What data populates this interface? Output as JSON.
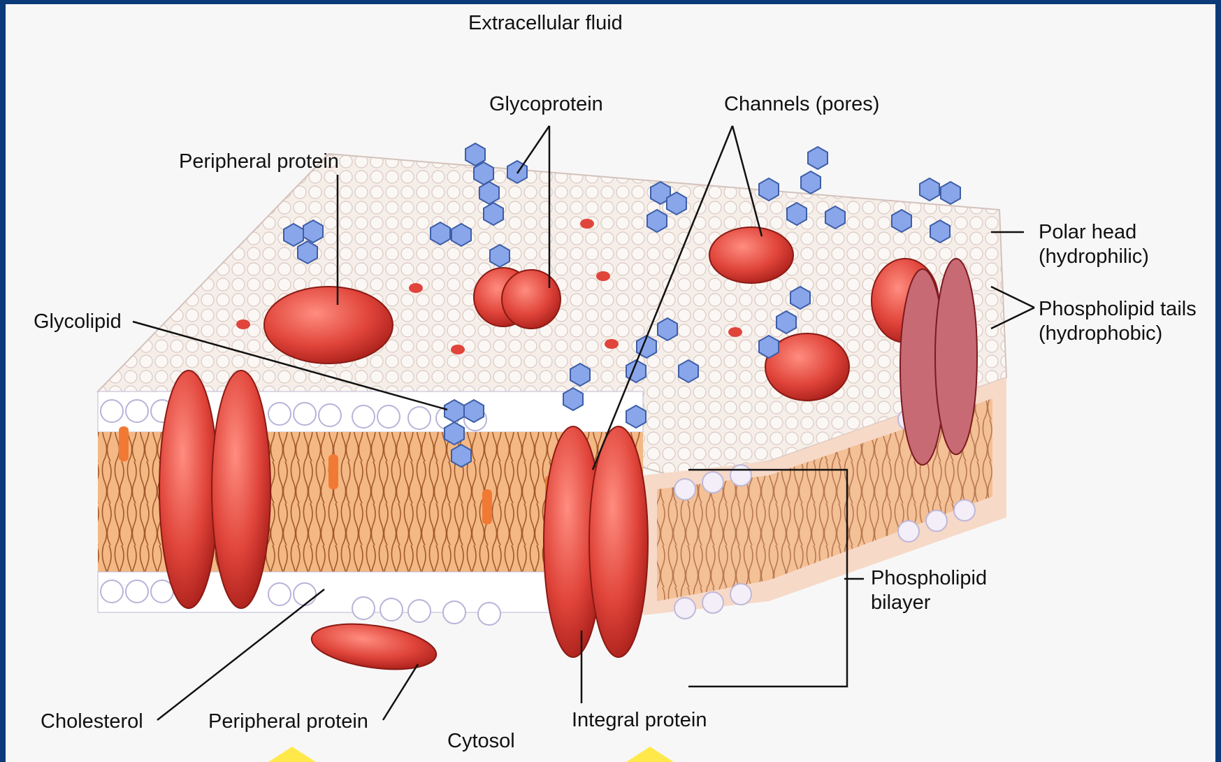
{
  "labels": {
    "extracellular": "Extracellular fluid",
    "glycoprotein": "Glycoprotein",
    "channels": "Channels (pores)",
    "peripheral_top": "Peripheral protein",
    "polar_head_1": "Polar head",
    "polar_head_2": "(hydrophilic)",
    "glycolipid": "Glycolipid",
    "tails_1": "Phospholipid tails",
    "tails_2": "(hydrophobic)",
    "bilayer_1": "Phospholipid",
    "bilayer_2": "bilayer",
    "cholesterol": "Cholesterol",
    "peripheral_bottom": "Peripheral protein",
    "cytosol": "Cytosol",
    "integral": "Integral protein"
  },
  "colors": {
    "background": "#0b3a78",
    "protein": "#e0443a",
    "lipid_tail": "#f08a4b",
    "head": "#ffffff",
    "sugar": "#7a9be0",
    "marker": "#ffe94a"
  }
}
